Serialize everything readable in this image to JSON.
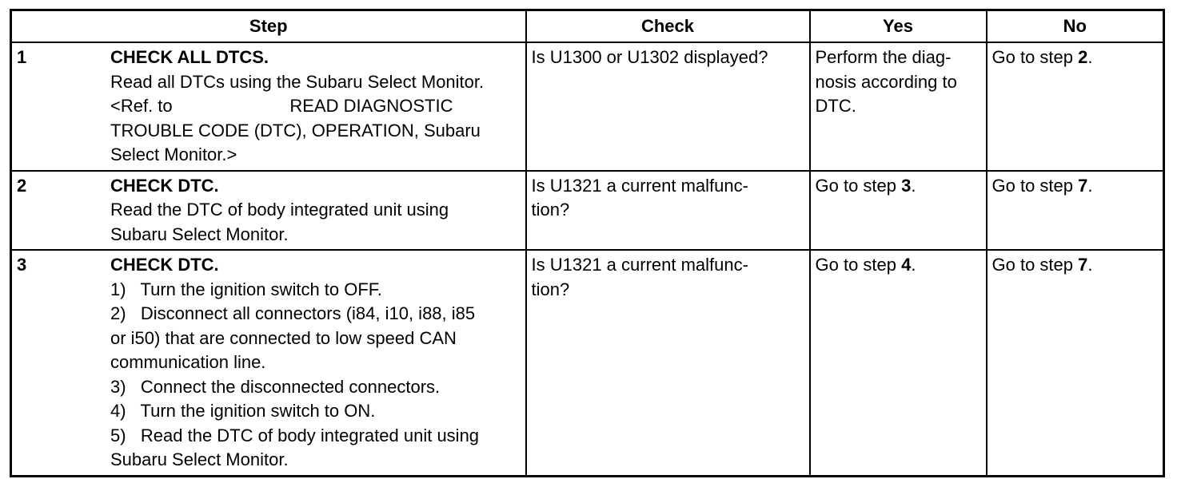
{
  "headers": {
    "step": "Step",
    "check": "Check",
    "yes": "Yes",
    "no": "No"
  },
  "rows": [
    {
      "num": "1",
      "title": "CHECK ALL DTCS.",
      "body": [
        "Read all DTCs using the Subaru Select Monitor.",
        "<Ref. to                        READ DIAGNOSTIC",
        "TROUBLE CODE (DTC), OPERATION, Subaru",
        "Select Monitor.>"
      ],
      "check": [
        "Is U1300 or U1302 displayed?"
      ],
      "yes": [
        "Perform the diag-",
        "nosis according to",
        "DTC."
      ],
      "no_prefix": "Go to step ",
      "no_step": "2",
      "no_suffix": "."
    },
    {
      "num": "2",
      "title": "CHECK DTC.",
      "body": [
        "Read the DTC of body integrated unit using",
        "Subaru Select Monitor."
      ],
      "check": [
        "Is U1321 a current malfunc-",
        "tion?"
      ],
      "yes_prefix": "Go to step ",
      "yes_step": "3",
      "yes_suffix": ".",
      "no_prefix": "Go to step ",
      "no_step": "7",
      "no_suffix": "."
    },
    {
      "num": "3",
      "title": "CHECK DTC.",
      "body": [
        "1)   Turn the ignition switch to OFF.",
        "2)   Disconnect all connectors (i84, i10, i88, i85",
        "or i50) that are connected to low speed CAN",
        "communication line.",
        "3)   Connect the disconnected connectors.",
        "4)   Turn the ignition switch to ON.",
        "5)   Read the DTC of body integrated unit using",
        "Subaru Select Monitor."
      ],
      "check": [
        "Is U1321 a current malfunc-",
        "tion?"
      ],
      "yes_prefix": "Go to step ",
      "yes_step": "4",
      "yes_suffix": ".",
      "no_prefix": "Go to step ",
      "no_step": "7",
      "no_suffix": "."
    }
  ]
}
